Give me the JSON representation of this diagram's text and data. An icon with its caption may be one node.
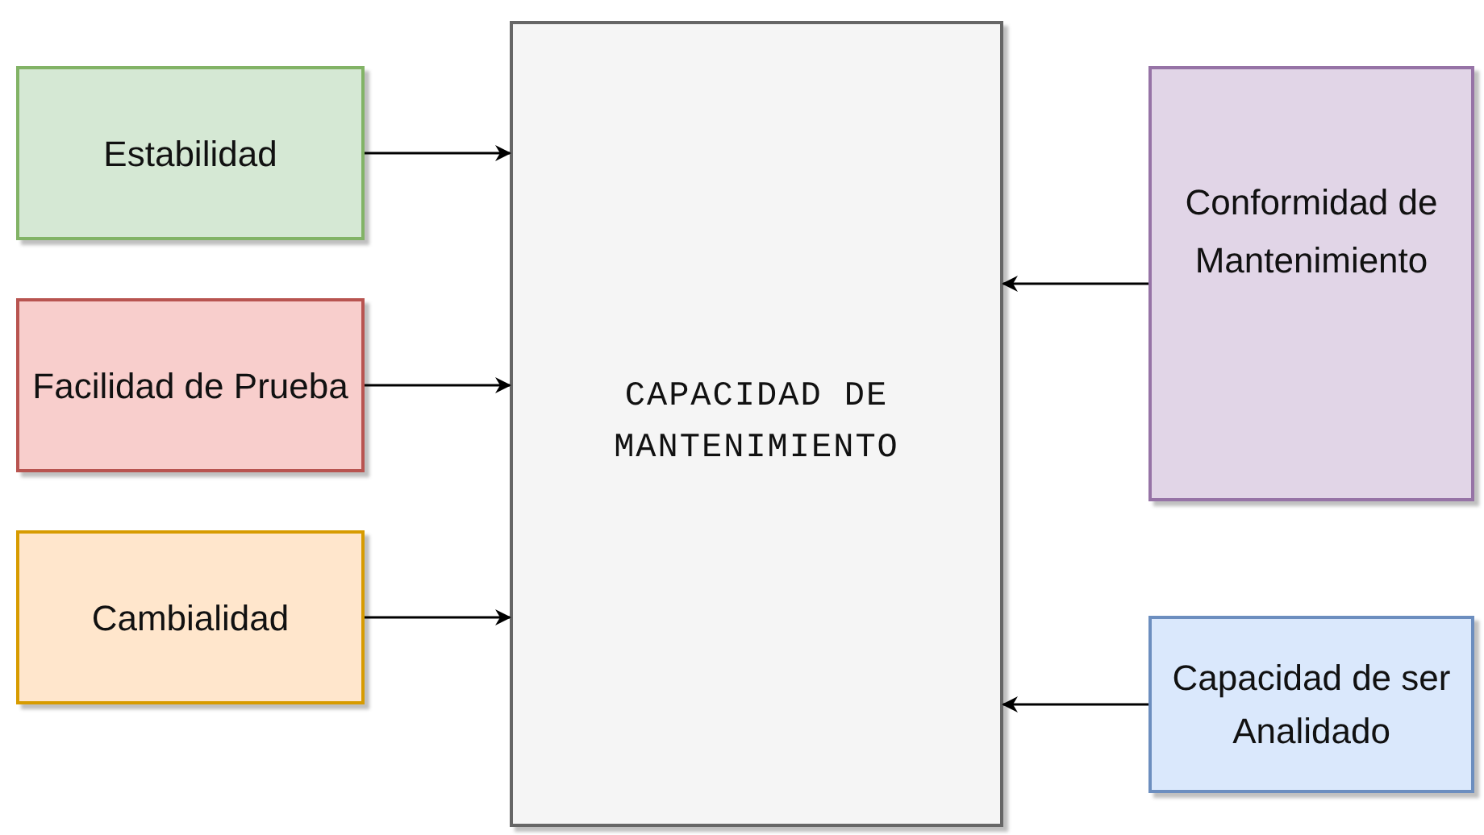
{
  "diagram": {
    "nodes": [
      {
        "text": [
          "Estabilidad"
        ]
      },
      {
        "text": [
          "Facilidad de Prueba"
        ]
      },
      {
        "text": [
          "Cambialidad"
        ]
      },
      {
        "text": [
          "CAPACIDAD DE MANTENIMIENTO"
        ]
      },
      {
        "text": [
          "Conformidad de Mantenimiento"
        ]
      },
      {
        "text": [
          "Capacidad de ser Analidado"
        ]
      }
    ],
    "edges": [
      {
        "from": 0,
        "to": 3,
        "arrow": "to"
      },
      {
        "from": 1,
        "to": 3,
        "arrow": "to"
      },
      {
        "from": 2,
        "to": 3,
        "arrow": "to"
      },
      {
        "from": 4,
        "to": 3,
        "arrow": "to"
      },
      {
        "from": 5,
        "to": 3,
        "arrow": "to"
      }
    ]
  }
}
